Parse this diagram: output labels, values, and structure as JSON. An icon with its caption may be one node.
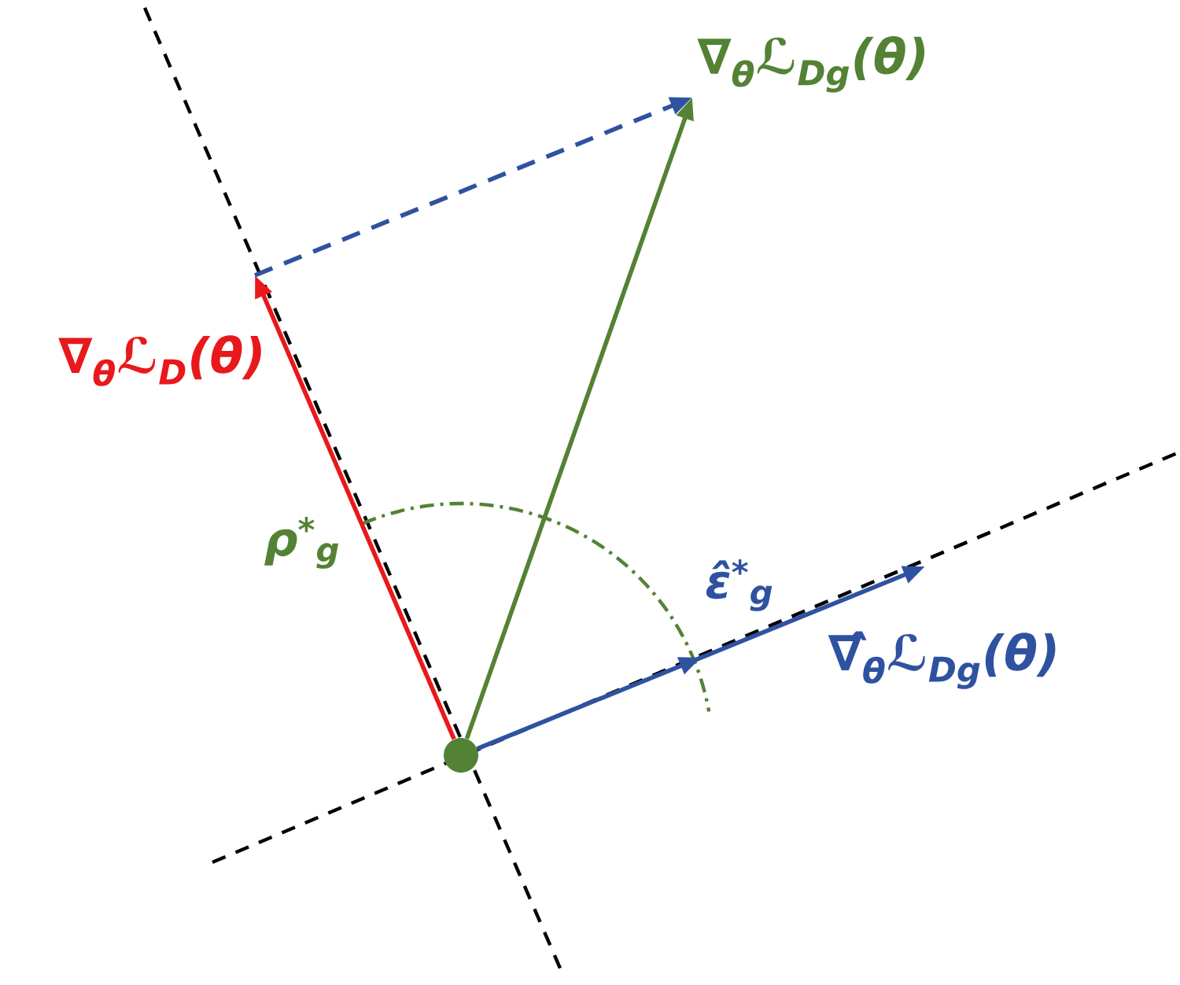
{
  "diagram": {
    "nodes": [
      {
        "text": [],
        "shape": "circle"
      },
      {
        "text": [
          "∇$_{θ}$ℒ$_{D}$(θ)"
        ]
      },
      {
        "text": [
          "∇$_{θ}$ℒ$_{Dg}$(θ)"
        ]
      },
      {
        "text": [
          "∇̂$_{θ}$ℒ$_{Dg}$(θ)"
        ]
      }
    ],
    "edges": [
      {
        "from": 0,
        "to": 1,
        "arrow": "to",
        "color": "#e8191c"
      },
      {
        "from": 0,
        "to": 2,
        "arrow": "to",
        "color": "#548235"
      },
      {
        "from": 0,
        "to": 3,
        "arrow": "to"
      },
      {
        "from": 1,
        "to": 2,
        "arrow": "to",
        "style": "dashed"
      }
    ],
    "labels": [
      "ρ$^{*}$$_{g}$",
      "ε̂$^{*}$$_{g}$"
    ]
  }
}
